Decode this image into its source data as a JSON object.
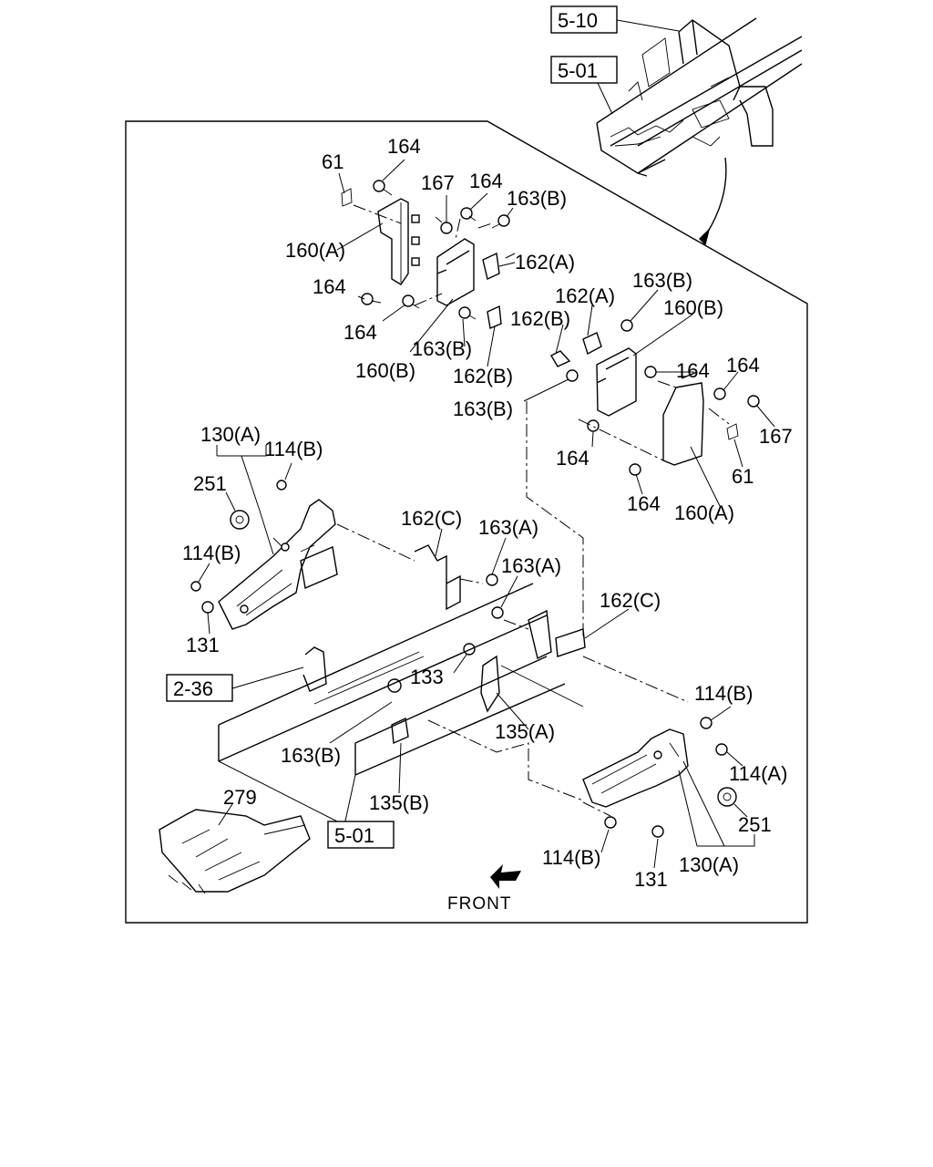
{
  "callouts": [
    {
      "id": "ref-5-10",
      "text": "5-10",
      "boxed": true
    },
    {
      "id": "ref-5-01-top",
      "text": "5-01",
      "boxed": true
    },
    {
      "id": "p164-a",
      "text": "164"
    },
    {
      "id": "p61-a",
      "text": "61"
    },
    {
      "id": "p167-a",
      "text": "167"
    },
    {
      "id": "p164-b",
      "text": "164"
    },
    {
      "id": "p163b-a",
      "text": "163(B)"
    },
    {
      "id": "p160a-a",
      "text": "160(A)"
    },
    {
      "id": "p162a-a",
      "text": "162(A)"
    },
    {
      "id": "p164-c",
      "text": "164"
    },
    {
      "id": "p164-d",
      "text": "164"
    },
    {
      "id": "p163b-b",
      "text": "163(B)"
    },
    {
      "id": "p160b-a",
      "text": "160(B)"
    },
    {
      "id": "p162b-a",
      "text": "162(B)"
    },
    {
      "id": "p162a-b",
      "text": "162(A)"
    },
    {
      "id": "p163b-c",
      "text": "163(B)"
    },
    {
      "id": "p160b-b",
      "text": "160(B)"
    },
    {
      "id": "p162b-b",
      "text": "162(B)"
    },
    {
      "id": "p164-e",
      "text": "164"
    },
    {
      "id": "p164-f",
      "text": "164"
    },
    {
      "id": "p163b-d",
      "text": "163(B)"
    },
    {
      "id": "p167-b",
      "text": "167"
    },
    {
      "id": "p164-g",
      "text": "164"
    },
    {
      "id": "p61-b",
      "text": "61"
    },
    {
      "id": "p164-h",
      "text": "164"
    },
    {
      "id": "p160a-b",
      "text": "160(A)"
    },
    {
      "id": "p130a-a",
      "text": "130(A)"
    },
    {
      "id": "p114b-a",
      "text": "114(B)"
    },
    {
      "id": "p251-a",
      "text": "251"
    },
    {
      "id": "p162c-a",
      "text": "162(C)"
    },
    {
      "id": "p163a-a",
      "text": "163(A)"
    },
    {
      "id": "p114b-b",
      "text": "114(B)"
    },
    {
      "id": "p163a-b",
      "text": "163(A)"
    },
    {
      "id": "p131-a",
      "text": "131"
    },
    {
      "id": "p162c-b",
      "text": "162(C)"
    },
    {
      "id": "ref-2-36",
      "text": "2-36",
      "boxed": true
    },
    {
      "id": "p133",
      "text": "133"
    },
    {
      "id": "p135a",
      "text": "135(A)"
    },
    {
      "id": "p114b-c",
      "text": "114(B)"
    },
    {
      "id": "p163b-e",
      "text": "163(B)"
    },
    {
      "id": "p114a",
      "text": "114(A)"
    },
    {
      "id": "p135b",
      "text": "135(B)"
    },
    {
      "id": "p279",
      "text": "279"
    },
    {
      "id": "p251-b",
      "text": "251"
    },
    {
      "id": "ref-5-01-bottom",
      "text": "5-01",
      "boxed": true
    },
    {
      "id": "p114b-d",
      "text": "114(B)"
    },
    {
      "id": "p131-b",
      "text": "131"
    },
    {
      "id": "p130a-b",
      "text": "130(A)"
    }
  ],
  "front_label": "FRONT"
}
